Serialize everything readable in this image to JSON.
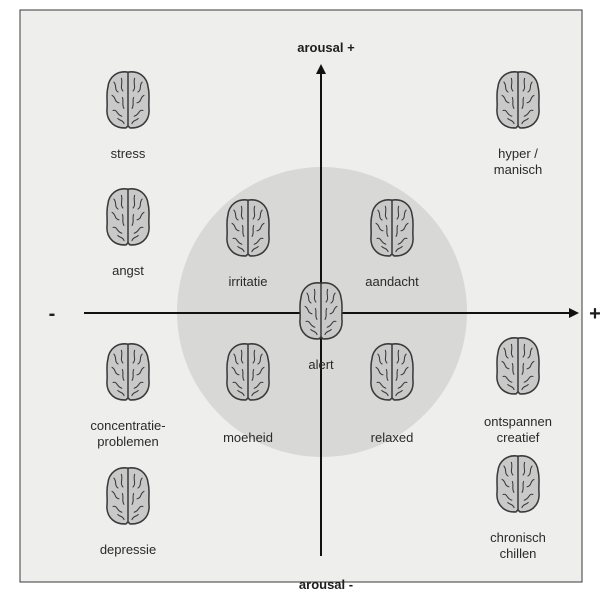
{
  "colors": {
    "panel_background": "#eeeeec",
    "panel_border": "#3a3a3a",
    "circle_fill": "#d8d8d6",
    "axis": "#111111",
    "brain_fill": "#c9c9c9",
    "brain_outline": "#3a3a3a"
  },
  "axes": {
    "y_top_label": "arousal +",
    "y_bottom_label": "arousal -",
    "x_left_sign": "-",
    "x_right_sign": "+"
  },
  "states": [
    {
      "id": "stress",
      "label_lines": [
        "stress"
      ],
      "icon": "brain-icon"
    },
    {
      "id": "hyper-manisch",
      "label_lines": [
        "hyper /",
        "manisch"
      ],
      "icon": "brain-icon"
    },
    {
      "id": "angst",
      "label_lines": [
        "angst"
      ],
      "icon": "brain-icon"
    },
    {
      "id": "irritatie",
      "label_lines": [
        "irritatie"
      ],
      "icon": "brain-icon"
    },
    {
      "id": "aandacht",
      "label_lines": [
        "aandacht"
      ],
      "icon": "brain-icon"
    },
    {
      "id": "alert",
      "label_lines": [
        "alert"
      ],
      "icon": "brain-icon"
    },
    {
      "id": "concentratieproblemen",
      "label_lines": [
        "concentratie-",
        "problemen"
      ],
      "icon": "brain-icon"
    },
    {
      "id": "moeheid",
      "label_lines": [
        "moeheid"
      ],
      "icon": "brain-icon"
    },
    {
      "id": "relaxed",
      "label_lines": [
        "relaxed"
      ],
      "icon": "brain-icon"
    },
    {
      "id": "ontspannen-creatief",
      "label_lines": [
        "ontspannen",
        "creatief"
      ],
      "icon": "brain-icon"
    },
    {
      "id": "depressie",
      "label_lines": [
        "depressie"
      ],
      "icon": "brain-icon"
    },
    {
      "id": "chronisch-chillen",
      "label_lines": [
        "chronisch",
        "chillen"
      ],
      "icon": "brain-icon"
    }
  ]
}
